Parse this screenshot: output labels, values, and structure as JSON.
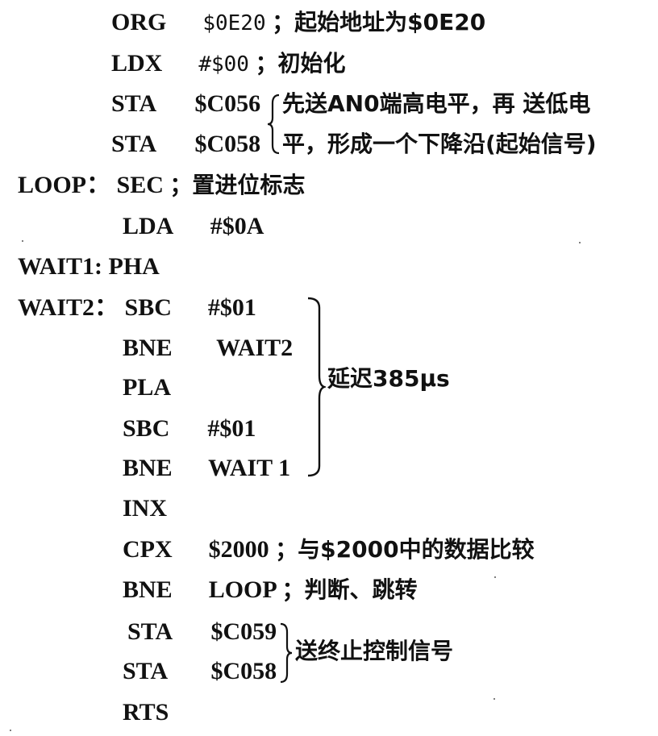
{
  "lines": [
    {
      "label": "",
      "op": "ORG",
      "operand": "$0E20",
      "comment": "；起始地址为$0E20"
    },
    {
      "label": "",
      "op": "LDX",
      "operand": "#$00",
      "comment": "；初始化"
    },
    {
      "label": "",
      "op": "STA",
      "operand": "$C056",
      "comment": ""
    },
    {
      "label": "",
      "op": "STA",
      "operand": "$C058",
      "comment": ""
    },
    {
      "label": "LOOP：",
      "op": "SEC",
      "operand": "",
      "comment": "；置进位标志"
    },
    {
      "label": "",
      "op": "LDA",
      "operand": "#$0A",
      "comment": ""
    },
    {
      "label": "WAIT1:",
      "op": "PHA",
      "operand": "",
      "comment": ""
    },
    {
      "label": "WAIT2：",
      "op": "SBC",
      "operand": "#$01",
      "comment": ""
    },
    {
      "label": "",
      "op": "BNE",
      "operand": "WAIT2",
      "comment": ""
    },
    {
      "label": "",
      "op": "PLA",
      "operand": "",
      "comment": ""
    },
    {
      "label": "",
      "op": "SBC",
      "operand": "#$01",
      "comment": ""
    },
    {
      "label": "",
      "op": "BNE",
      "operand": "WAIT 1",
      "comment": ""
    },
    {
      "label": "",
      "op": "INX",
      "operand": "",
      "comment": ""
    },
    {
      "label": "",
      "op": "CPX",
      "operand": "$2000",
      "comment": "；与$2000中的数据比较"
    },
    {
      "label": "",
      "op": "BNE",
      "operand": "LOOP",
      "comment": "；判断、跳转"
    },
    {
      "label": "",
      "op": "STA",
      "operand": "$C059",
      "comment": ""
    },
    {
      "label": "",
      "op": "STA",
      "operand": "$C058",
      "comment": ""
    },
    {
      "label": "",
      "op": "RTS",
      "operand": "",
      "comment": ""
    }
  ],
  "annotations": {
    "an0_line1": "先送AN0端高电平，再 送低电",
    "an0_line2": "平，形成一个下降沿(起始信号)",
    "delay": "延迟385μs",
    "stop": "送终止控制信号"
  }
}
